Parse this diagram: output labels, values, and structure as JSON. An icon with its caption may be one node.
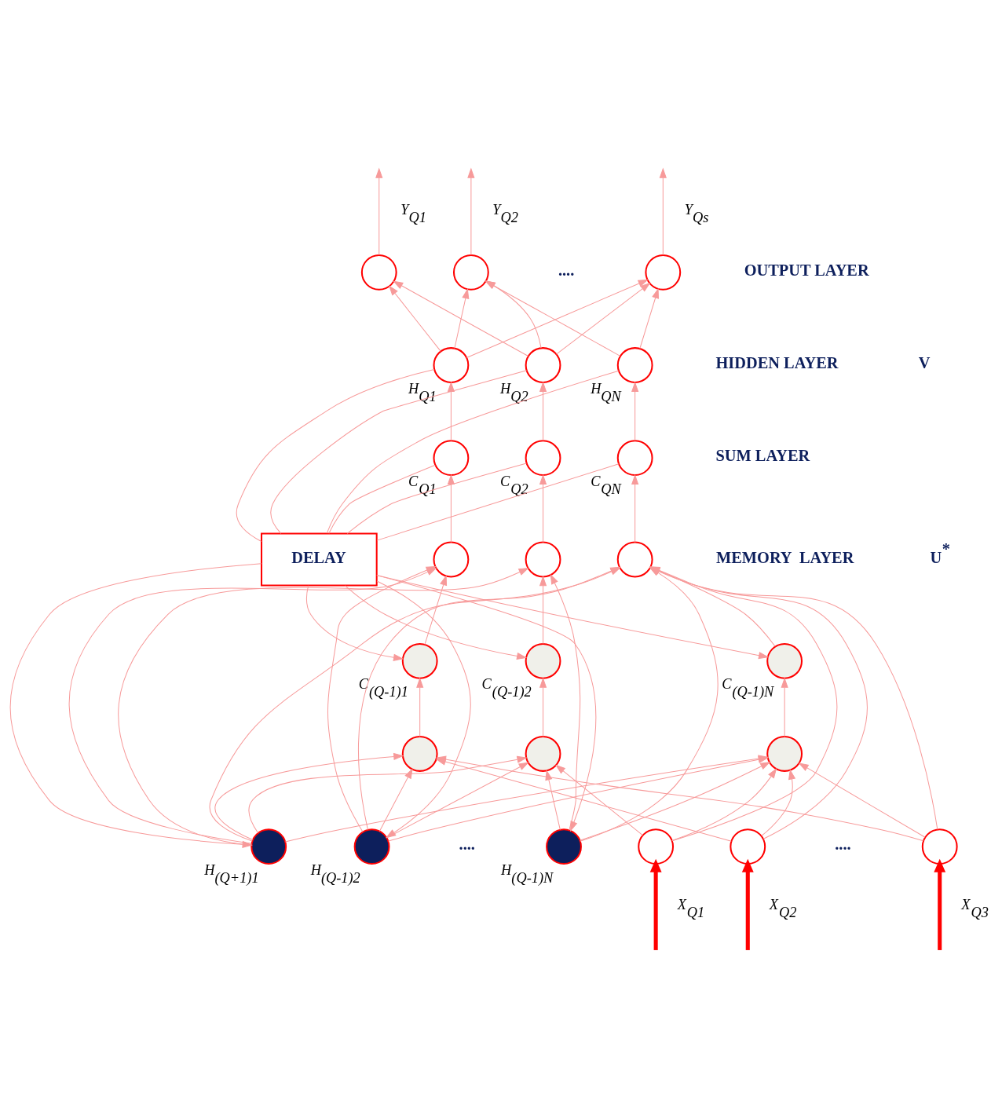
{
  "diagram": {
    "nodes": [
      {
        "text": [],
        "shape": "circle"
      },
      {
        "text": [],
        "shape": "circle"
      },
      {
        "text": [],
        "shape": "circle"
      },
      {
        "text": [],
        "shape": "circle",
        "beside": [
          "H$_{Q1}$"
        ]
      },
      {
        "text": [],
        "shape": "circle",
        "beside": [
          "H$_{Q2}$"
        ]
      },
      {
        "text": [],
        "shape": "circle",
        "beside": [
          "H$_{QN}$"
        ]
      },
      {
        "text": [],
        "shape": "circle",
        "beside": [
          "C$_{Q1}$"
        ]
      },
      {
        "text": [],
        "shape": "circle",
        "beside": [
          "C$_{Q2}$"
        ]
      },
      {
        "text": [],
        "shape": "circle",
        "beside": [
          "C$_{QN}$"
        ]
      },
      {
        "text": [],
        "shape": "circle"
      },
      {
        "text": [],
        "shape": "circle"
      },
      {
        "text": [],
        "shape": "circle"
      },
      {
        "text": [
          "DELAY"
        ]
      },
      {
        "text": [],
        "shape": "circle",
        "beside": [
          "C$_{(Q-1)1}$"
        ]
      },
      {
        "text": [],
        "shape": "circle",
        "beside": [
          "C$_{(Q-1)2}$"
        ]
      },
      {
        "text": [],
        "shape": "circle",
        "beside": [
          "C$_{(Q-1)N}$"
        ]
      },
      {
        "text": [],
        "shape": "circle"
      },
      {
        "text": [],
        "shape": "circle"
      },
      {
        "text": [],
        "shape": "circle"
      },
      {
        "text": [],
        "shape": "circle",
        "beside": [
          "H$_{(Q+1)1}$"
        ]
      },
      {
        "text": [],
        "shape": "circle",
        "beside": [
          "H$_{(Q-1)2}$"
        ]
      },
      {
        "text": [],
        "shape": "circle",
        "beside": [
          "H$_{(Q-1)N}$"
        ]
      },
      {
        "text": [],
        "shape": "circle"
      },
      {
        "text": [],
        "shape": "circle"
      },
      {
        "text": [],
        "shape": "circle"
      }
    ],
    "edges": [
      {
        "from": 0,
        "to": null,
        "arrow": "to",
        "label": "Y$_{Q1}$"
      },
      {
        "from": 1,
        "to": null,
        "arrow": "to",
        "label": "Y$_{Q2}$"
      },
      {
        "from": 2,
        "to": null,
        "arrow": "to",
        "label": "Y$_{Qs}$"
      },
      {
        "from": 3,
        "to": 0,
        "arrow": "to"
      },
      {
        "from": 3,
        "to": 1,
        "arrow": "to"
      },
      {
        "from": 3,
        "to": 2,
        "arrow": "to"
      },
      {
        "from": 4,
        "to": 0,
        "arrow": "to"
      },
      {
        "from": 4,
        "to": 1,
        "arrow": "to"
      },
      {
        "from": 4,
        "to": 2,
        "arrow": "to"
      },
      {
        "from": 5,
        "to": 1,
        "arrow": "to"
      },
      {
        "from": 5,
        "to": 2,
        "arrow": "to"
      },
      {
        "from": 6,
        "to": 3,
        "arrow": "to"
      },
      {
        "from": 7,
        "to": 4,
        "arrow": "to"
      },
      {
        "from": 8,
        "to": 5,
        "arrow": "to"
      },
      {
        "from": 9,
        "to": 6,
        "arrow": "to"
      },
      {
        "from": 10,
        "to": 7,
        "arrow": "to"
      },
      {
        "from": 11,
        "to": 8,
        "arrow": "to"
      },
      {
        "from": 3,
        "to": 12,
        "arrow": "none"
      },
      {
        "from": 4,
        "to": 12,
        "arrow": "none"
      },
      {
        "from": 5,
        "to": 12,
        "arrow": "none"
      },
      {
        "from": 6,
        "to": 12,
        "arrow": "none"
      },
      {
        "from": 7,
        "to": 12,
        "arrow": "none"
      },
      {
        "from": 8,
        "to": 12,
        "arrow": "none"
      },
      {
        "from": 12,
        "to": 19,
        "arrow": "to"
      },
      {
        "from": 12,
        "to": 20,
        "arrow": "to"
      },
      {
        "from": 12,
        "to": 21,
        "arrow": "to"
      },
      {
        "from": 12,
        "to": 13,
        "arrow": "to"
      },
      {
        "from": 12,
        "to": 14,
        "arrow": "to"
      },
      {
        "from": 12,
        "to": 15,
        "arrow": "to"
      },
      {
        "from": 13,
        "to": 9,
        "arrow": "to"
      },
      {
        "from": 14,
        "to": 10,
        "arrow": "to"
      },
      {
        "from": 15,
        "to": 11,
        "arrow": "to"
      },
      {
        "from": 16,
        "to": 13,
        "arrow": "to"
      },
      {
        "from": 17,
        "to": 14,
        "arrow": "to"
      },
      {
        "from": 18,
        "to": 15,
        "arrow": "to"
      },
      {
        "from": 19,
        "to": 16,
        "arrow": "to"
      },
      {
        "from": 20,
        "to": 16,
        "arrow": "to"
      },
      {
        "from": 23,
        "to": 16,
        "arrow": "to"
      },
      {
        "from": 24,
        "to": 16,
        "arrow": "to"
      },
      {
        "from": 19,
        "to": 17,
        "arrow": "to"
      },
      {
        "from": 20,
        "to": 17,
        "arrow": "to"
      },
      {
        "from": 21,
        "to": 17,
        "arrow": "to"
      },
      {
        "from": 22,
        "to": 17,
        "arrow": "to"
      },
      {
        "from": 19,
        "to": 18,
        "arrow": "to"
      },
      {
        "from": 20,
        "to": 18,
        "arrow": "to"
      },
      {
        "from": 21,
        "to": 18,
        "arrow": "to"
      },
      {
        "from": 22,
        "to": 18,
        "arrow": "to"
      },
      {
        "from": 23,
        "to": 18,
        "arrow": "to"
      },
      {
        "from": 24,
        "to": 18,
        "arrow": "to"
      },
      {
        "from": 19,
        "to": 9,
        "arrow": "to"
      },
      {
        "from": 20,
        "to": 9,
        "arrow": "to"
      },
      {
        "from": 19,
        "to": 10,
        "arrow": "to"
      },
      {
        "from": 21,
        "to": 10,
        "arrow": "to"
      },
      {
        "from": 19,
        "to": 11,
        "arrow": "to"
      },
      {
        "from": 20,
        "to": 11,
        "arrow": "to"
      },
      {
        "from": 21,
        "to": 11,
        "arrow": "to"
      },
      {
        "from": 22,
        "to": 11,
        "arrow": "to"
      },
      {
        "from": 23,
        "to": 11,
        "arrow": "to"
      },
      {
        "from": 24,
        "to": 11,
        "arrow": "to"
      },
      {
        "from": null,
        "to": 22,
        "arrow": "to",
        "label": "X$_{Q1}$",
        "style": "thick",
        "color": "#ff0000"
      },
      {
        "from": null,
        "to": 23,
        "arrow": "to",
        "label": "X$_{Q2}$",
        "style": "thick",
        "color": "#ff0000"
      },
      {
        "from": null,
        "to": 24,
        "arrow": "to",
        "label": "X$_{Q3}$",
        "style": "thick",
        "color": "#ff0000"
      }
    ],
    "labels": [
      "....",
      "OUTPUT LAYER",
      "V",
      "HIDDEN LAYER",
      "SUM LAYER",
      "MEMORY  LAYER",
      "U$^{*}$",
      "....",
      "...."
    ]
  }
}
